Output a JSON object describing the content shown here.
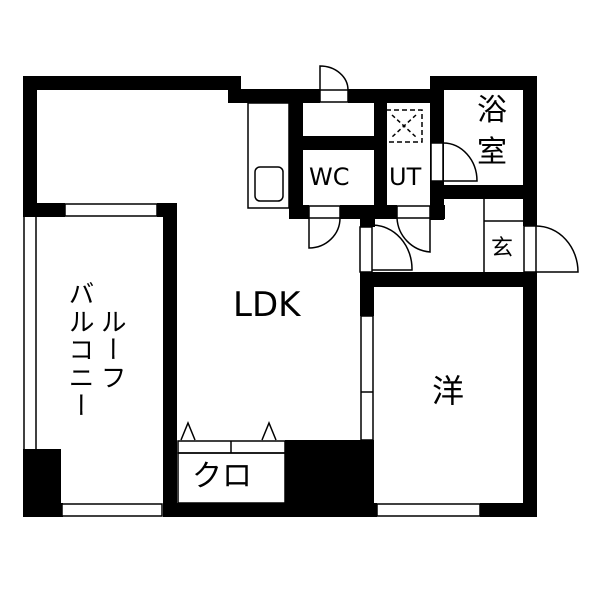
{
  "floorplan": {
    "colors": {
      "wall": "#000000",
      "background": "#ffffff",
      "line": "#000000"
    },
    "rooms": {
      "ldk": {
        "label": "LDK"
      },
      "wc": {
        "label": "WC"
      },
      "ut": {
        "label": "UT"
      },
      "bath": {
        "label_line1": "浴",
        "label_line2": "室"
      },
      "entrance": {
        "label": "玄"
      },
      "western_room": {
        "label": "洋"
      },
      "closet": {
        "label": "クロ"
      },
      "roof_balcony": {
        "label_col1": "ルーフ",
        "label_col2": "バルコニー"
      }
    },
    "fixtures": {
      "kitchen_sink": "sink-icon",
      "washer_pan": "washing-machine-pan-icon"
    }
  }
}
